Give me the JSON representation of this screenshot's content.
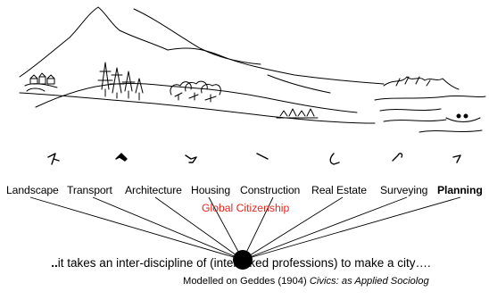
{
  "professions": [
    {
      "label": "Landscape",
      "bold": false
    },
    {
      "label": "Transport",
      "bold": false
    },
    {
      "label": "Architecture",
      "bold": false
    },
    {
      "label": "Housing",
      "bold": false
    },
    {
      "label": "Construction",
      "bold": false
    },
    {
      "label": "Real Estate",
      "bold": false
    },
    {
      "label": "Surveying",
      "bold": false
    },
    {
      "label": "Planning",
      "bold": true
    }
  ],
  "center_label": "Global Citizenship",
  "tagline": {
    "lead": "..",
    "text": "it takes an inter-discipline of (interlinked professions) to make a city…."
  },
  "citation": {
    "prefix": "Modelled on Geddes (1904) ",
    "book": "Civics: as Applied Sociolog"
  },
  "colors": {
    "ink": "#000000",
    "accent": "#e8261c"
  },
  "icons": [
    "bird-icon",
    "animal-icon",
    "bird-icon",
    "thread-icon",
    "hook-icon",
    "key-icon",
    "bird-icon"
  ]
}
